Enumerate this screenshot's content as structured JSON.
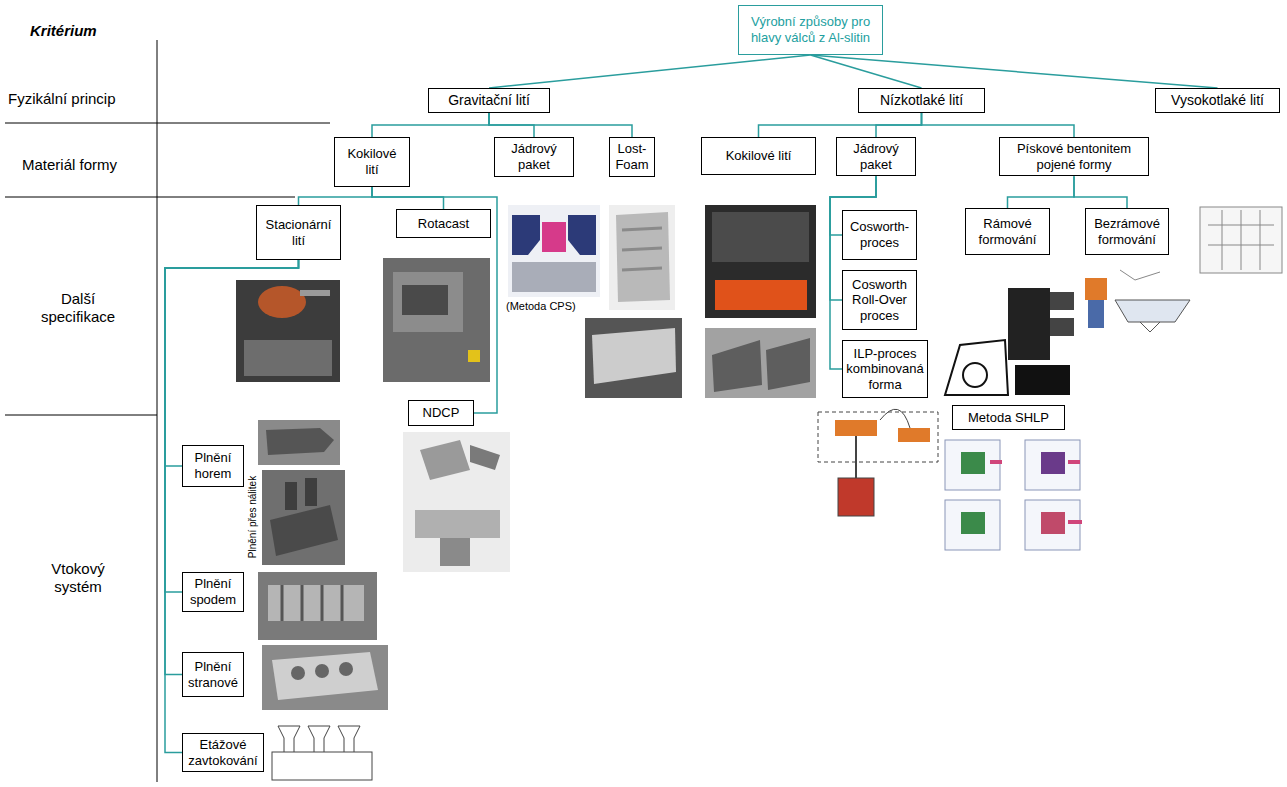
{
  "diagram": {
    "nodes": [
      {
        "text": [
          "Výrobní způsoby pro hlavy válců z Al-slitin"
        ]
      },
      {
        "text": [
          "Gravitační lití"
        ]
      },
      {
        "text": [
          "Nízkotlaké lití"
        ]
      },
      {
        "text": [
          "Vysokotlaké lití"
        ]
      },
      {
        "text": [
          "Kokilové lití"
        ]
      },
      {
        "text": [
          "Jádrový paket"
        ]
      },
      {
        "text": [
          "Lost-Foam"
        ]
      },
      {
        "text": [
          "Kokilové lití"
        ]
      },
      {
        "text": [
          "Jádrový paket"
        ]
      },
      {
        "text": [
          "Pískové bentonitem pojené formy"
        ]
      },
      {
        "text": [
          "Stacionární lití"
        ]
      },
      {
        "text": [
          "Rotacast"
        ]
      },
      {
        "text": [
          "NDCP"
        ]
      },
      {
        "text": [
          "Cosworth-proces"
        ]
      },
      {
        "text": [
          "Cosworth Roll-Over proces"
        ]
      },
      {
        "text": [
          "ILP-proces kombinovaná forma"
        ]
      },
      {
        "text": [
          "Rámové formování"
        ]
      },
      {
        "text": [
          "Bezrámové formování"
        ]
      },
      {
        "text": [
          "Metoda SHLP"
        ]
      },
      {
        "text": [
          "Plnění horem"
        ]
      },
      {
        "text": [
          "Plnění spodem"
        ]
      },
      {
        "text": [
          "Plnění stranové"
        ]
      },
      {
        "text": [
          "Etážové zavtokování"
        ]
      }
    ],
    "edges": [
      {
        "from": 0,
        "to": 1,
        "arrow": "none"
      },
      {
        "from": 0,
        "to": 2,
        "arrow": "none"
      },
      {
        "from": 0,
        "to": 3,
        "arrow": "none"
      },
      {
        "from": 1,
        "to": 4,
        "arrow": "none"
      },
      {
        "from": 1,
        "to": 5,
        "arrow": "none"
      },
      {
        "from": 1,
        "to": 6,
        "arrow": "none"
      },
      {
        "from": 2,
        "to": 7,
        "arrow": "none"
      },
      {
        "from": 2,
        "to": 8,
        "arrow": "none"
      },
      {
        "from": 2,
        "to": 9,
        "arrow": "none"
      },
      {
        "from": 4,
        "to": 10,
        "arrow": "none"
      },
      {
        "from": 4,
        "to": 11,
        "arrow": "none"
      },
      {
        "from": 4,
        "to": 12,
        "arrow": "none"
      },
      {
        "from": 8,
        "to": 13,
        "arrow": "none"
      },
      {
        "from": 8,
        "to": 14,
        "arrow": "none"
      },
      {
        "from": 8,
        "to": 15,
        "arrow": "none"
      },
      {
        "from": 9,
        "to": 16,
        "arrow": "none"
      },
      {
        "from": 9,
        "to": 17,
        "arrow": "none"
      },
      {
        "from": 10,
        "to": 19,
        "arrow": "none"
      },
      {
        "from": 10,
        "to": 20,
        "arrow": "none"
      },
      {
        "from": 10,
        "to": 21,
        "arrow": "none"
      },
      {
        "from": 10,
        "to": 22,
        "arrow": "none"
      }
    ],
    "labels": [
      "Kritérium",
      "Fyzikální princip",
      "Materiál formy",
      "Další specifikace",
      "(Metoda CPS)",
      "Plnění přes nálitek",
      "Vtokový systém"
    ]
  }
}
